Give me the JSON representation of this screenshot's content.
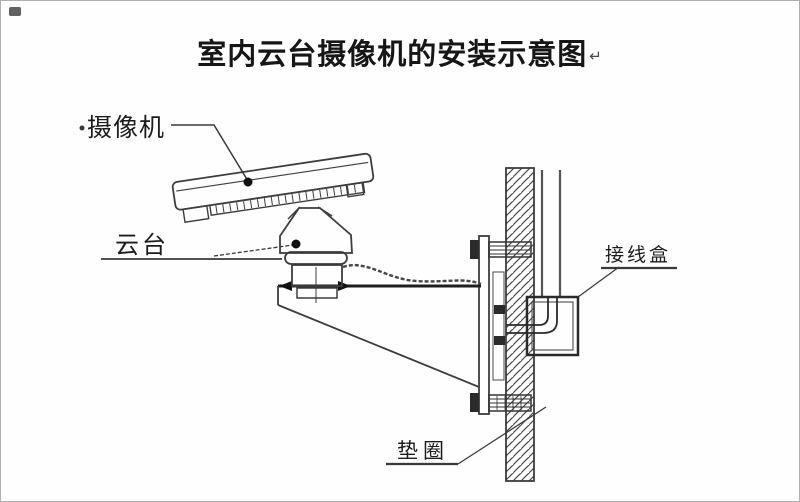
{
  "title": {
    "text": "室内云台摄像机的安装示意图",
    "return_mark": "↵"
  },
  "labels": {
    "camera": "摄像机",
    "pan_tilt": "云台",
    "junction_box": "接线盒",
    "washer": "垫圈"
  },
  "colors": {
    "background": "#fefefe",
    "line": "#3d3d3d",
    "thick_line": "#1e1e1e",
    "text": "#1c1c1c"
  }
}
